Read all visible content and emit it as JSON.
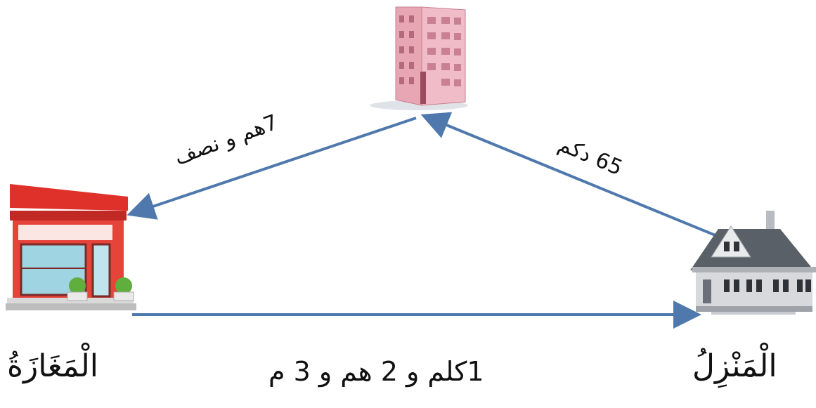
{
  "nodes": {
    "home": {
      "label": "الْمَنْزِلُ",
      "icon": "house-icon"
    },
    "store": {
      "label": "الْمَغَازَةُ",
      "icon": "store-icon"
    },
    "building": {
      "icon": "building-icon"
    }
  },
  "edges": {
    "store_to_home": {
      "label": "1كلم و 2 هم و 3 م"
    },
    "building_to_store": {
      "label": "7هم و نصف"
    },
    "home_to_building": {
      "label": "65 دكم"
    }
  },
  "colors": {
    "arrow": "#4f79ad",
    "building_body": "#e8a6b4",
    "store_red": "#e0302a",
    "house_roof": "#5a6068",
    "house_wall": "#d7d9dc"
  }
}
